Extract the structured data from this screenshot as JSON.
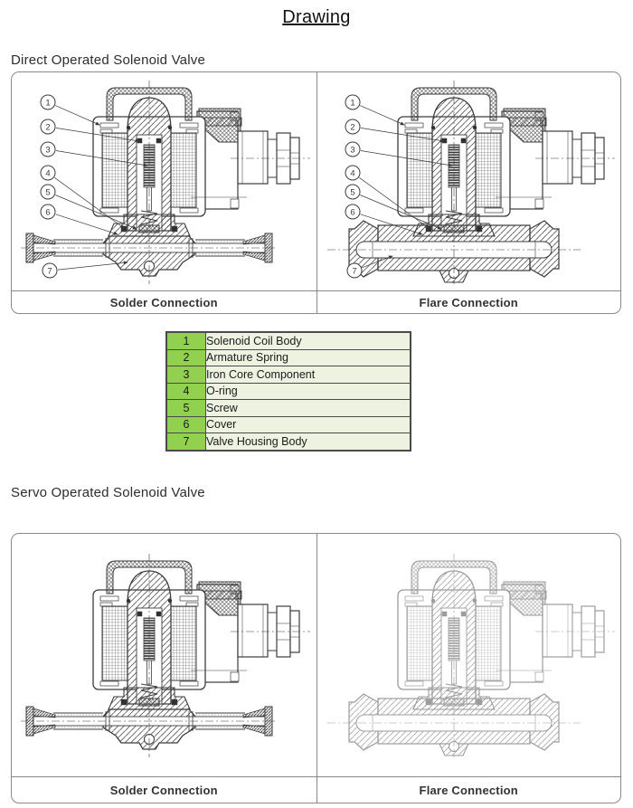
{
  "page": {
    "title": "Drawing"
  },
  "sections": [
    {
      "heading": "Direct Operated Solenoid Valve",
      "panels": [
        {
          "caption": "Solder Connection",
          "connection_type": "solder"
        },
        {
          "caption": "Flare Connection",
          "connection_type": "flare"
        }
      ]
    },
    {
      "heading": "Servo Operated Solenoid Valve",
      "panels": [
        {
          "caption": "Solder Connection",
          "connection_type": "solder"
        },
        {
          "caption": "Flare Connection",
          "connection_type": "flare"
        }
      ]
    }
  ],
  "parts_table": {
    "rows": [
      {
        "num": "1",
        "name": "Solenoid Coil Body"
      },
      {
        "num": "2",
        "name": "Armature Spring"
      },
      {
        "num": "3",
        "name": "Iron Core Component"
      },
      {
        "num": "4",
        "name": "O-ring"
      },
      {
        "num": "5",
        "name": "Screw"
      },
      {
        "num": "6",
        "name": "Cover"
      },
      {
        "num": "7",
        "name": "Valve Housing Body"
      }
    ]
  },
  "callout_labels": [
    "1",
    "2",
    "3",
    "4",
    "5",
    "6",
    "7"
  ],
  "colors": {
    "table_num_bg": "#92d050",
    "table_name_bg": "#edf2e1",
    "line_dark": "#3c3c3c",
    "line_gray": "#9c9c9c",
    "box_border": "#8a8a8a"
  }
}
